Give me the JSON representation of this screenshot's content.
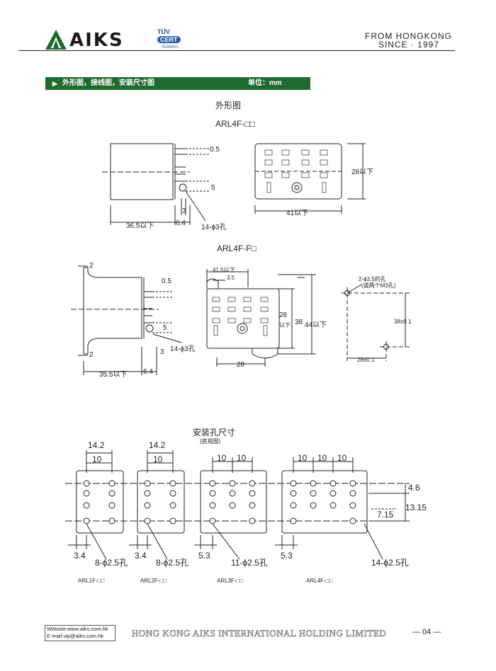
{
  "header": {
    "brand": "AIKS",
    "tuv_top": "TÜV",
    "tuv_cert": "CERT",
    "tuv_iso": "ISO9001",
    "from_line": "FROM HONGKONG",
    "since_line": "SINCE · 1997"
  },
  "section_bar": {
    "title": "外形图，接线图，安装尺寸图",
    "unit": "单位：mm"
  },
  "outline": {
    "heading": "外形图",
    "model_a": "ARL4F-□□",
    "model_b": "ARL4F-F□",
    "a_dims": {
      "pitch": "0.5",
      "gap": "5",
      "pin": "3",
      "length": "36.5以下",
      "pin_len": "6.4",
      "hole": "14-ϕ3孔",
      "height": "28以下",
      "width": "41以下"
    },
    "b_dims": {
      "flange_top": "2",
      "pitch": "0.5",
      "gap": "5",
      "hole": "14-ϕ3孔",
      "flange_bottom": "2",
      "pin": "3",
      "length": "35.5以下",
      "pin_len": "6.4",
      "top_width": "41.5以下",
      "offset": "3.5",
      "body_h": "28",
      "body_h_suffix": "以下",
      "mount_pitch": "38",
      "total_h": "44以下",
      "bottom_w": "28",
      "mount_holes": "2-ϕ3.5的孔",
      "mount_note": "(或两个M3孔)",
      "mount_v": "38±0.1",
      "mount_h": "28±0.1"
    }
  },
  "mounting": {
    "heading": "安装孔尺寸",
    "subheading": "(底视图)",
    "dims": {
      "w1": "14.2",
      "w2": "14.2",
      "p10": "10",
      "d46": "4.6",
      "d1315": "13.15",
      "d715": "7.15",
      "d34a": "3.4",
      "d34b": "3.4",
      "d53a": "5.3",
      "d53b": "5.3"
    },
    "holes": [
      "8-ϕ2.5孔",
      "8-ϕ2.5孔",
      "11-ϕ2.5孔",
      "14-ϕ2.5孔"
    ],
    "models": [
      "ARL1F-□□",
      "ARL2F-□□",
      "ARL3F-□□",
      "ARL4F-□□"
    ]
  },
  "footer": {
    "website": "Website:www.aiks.com.hk",
    "email": "E-mail:vip@aiks.com.hk",
    "company": "HONG KONG AIKS INTERNATIONAL HOLDING LIMITED",
    "page": "— 04 —"
  },
  "colors": {
    "brand_green": "#1e6b2f",
    "tuv_blue": "#2a5da6"
  }
}
